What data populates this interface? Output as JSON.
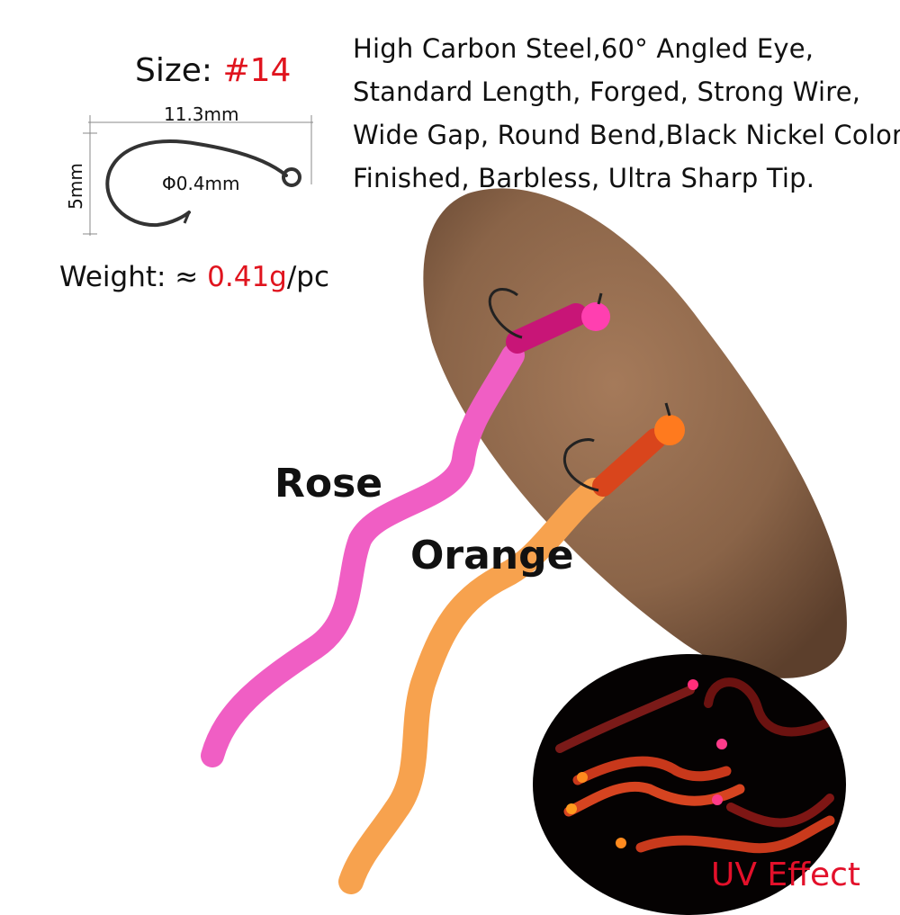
{
  "hook_specs": {
    "size_prefix": "Size: ",
    "size_value": "#14",
    "length": "11.3mm",
    "height": "5mm",
    "wire_diameter": "Φ0.4mm",
    "weight_prefix": "Weight: ≈ ",
    "weight_value": "0.41g",
    "weight_suffix": "/pc"
  },
  "description_lines": [
    "High Carbon Steel,60° Angled Eye,",
    "Standard Length, Forged, Strong Wire,",
    "Wide Gap, Round Bend,Black Nickel Color",
    "Finished, Barbless, Ultra Sharp Tip."
  ],
  "colors": {
    "rose_label": "Rose",
    "orange_label": "Orange",
    "rose_hex": "#f05ec4",
    "orange_hex": "#f7a24e",
    "accent_red": "#e0141e"
  },
  "uv": {
    "label": "UV Effect"
  }
}
